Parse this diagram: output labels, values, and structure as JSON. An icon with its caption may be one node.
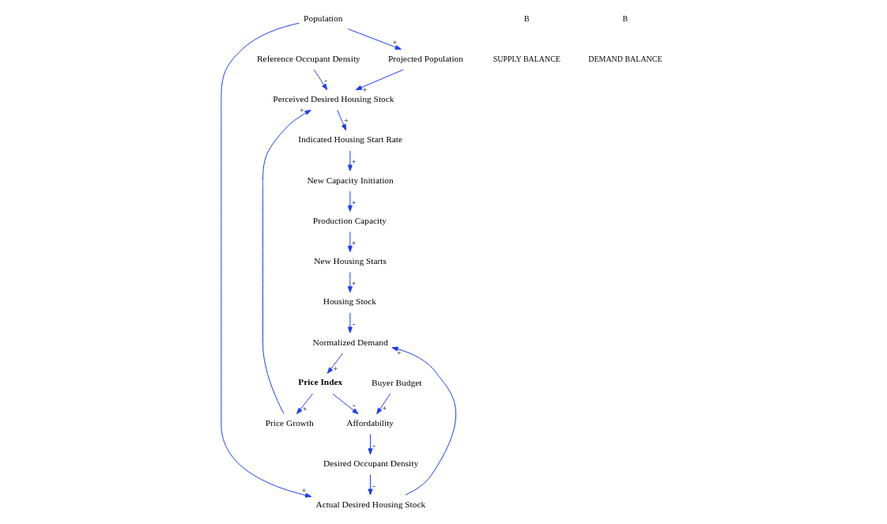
{
  "diagram": {
    "nodes": [
      {
        "text": [
          "Population"
        ]
      },
      {
        "text": [
          "Projected Population"
        ]
      },
      {
        "text": [
          "New Housing Starts"
        ]
      },
      {
        "text": [
          "Housing Stock"
        ]
      },
      {
        "text": [
          "Actual Desired Housing Stock"
        ]
      },
      {
        "text": [
          "Production Capacity"
        ]
      },
      {
        "text": [
          "Normalized Demand"
        ]
      },
      {
        "text": [
          "New Capacity Initiation"
        ]
      },
      {
        "text": [
          "Desired Occupant Density"
        ]
      },
      {
        "text": [
          "Indicated Housing Start Rate"
        ]
      },
      {
        "text": [
          "Price Index"
        ]
      },
      {
        "text": [
          "Affordability"
        ]
      },
      {
        "text": [
          "Perceived Desired Housing Stock"
        ]
      },
      {
        "text": [
          "Price Growth"
        ]
      },
      {
        "text": [
          "Reference Occupant Density"
        ]
      },
      {
        "text": [
          "Buyer Budget"
        ]
      }
    ],
    "edges": [
      {
        "from": 0,
        "to": 1,
        "arrow": "to",
        "label": "+"
      },
      {
        "from": 0,
        "to": 4,
        "arrow": "to",
        "label": "+"
      },
      {
        "from": 1,
        "to": 12,
        "arrow": "to",
        "label": "+"
      },
      {
        "from": 12,
        "to": 9,
        "arrow": "to",
        "label": "+"
      },
      {
        "from": 9,
        "to": 7,
        "arrow": "to",
        "label": "+"
      },
      {
        "from": 7,
        "to": 5,
        "arrow": "to",
        "label": "+"
      },
      {
        "from": 5,
        "to": 2,
        "arrow": "to",
        "label": "+"
      },
      {
        "from": 2,
        "to": 3,
        "arrow": "to",
        "label": "+"
      },
      {
        "from": 3,
        "to": 6,
        "arrow": "to",
        "label": "-"
      },
      {
        "from": 4,
        "to": 6,
        "arrow": "to",
        "label": "+"
      },
      {
        "from": 6,
        "to": 10,
        "arrow": "to",
        "label": "+"
      },
      {
        "from": 10,
        "to": 13,
        "arrow": "to",
        "label": "+"
      },
      {
        "from": 13,
        "to": 12,
        "arrow": "to",
        "label": "+"
      },
      {
        "from": 14,
        "to": 12,
        "arrow": "to",
        "label": "-"
      },
      {
        "from": 10,
        "to": 11,
        "arrow": "to",
        "label": "-"
      },
      {
        "from": 15,
        "to": 11,
        "arrow": "to",
        "label": "+"
      },
      {
        "from": 11,
        "to": 8,
        "arrow": "to",
        "label": "-"
      },
      {
        "from": 8,
        "to": 4,
        "arrow": "to",
        "label": "-"
      }
    ],
    "labels": [
      "B",
      "SUPPLY BALANCE",
      "B",
      "DEMAND BALANCE"
    ]
  }
}
